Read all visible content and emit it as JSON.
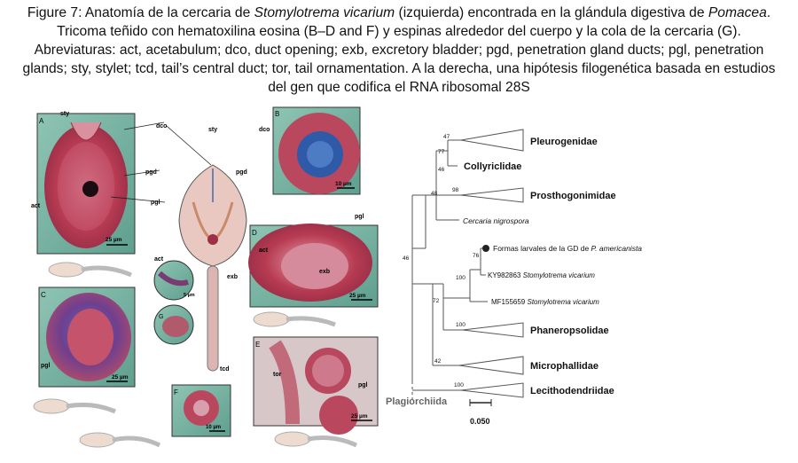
{
  "caption": {
    "label": "Figure 7:",
    "line1_pre": " Anatomía de la cercaria de ",
    "species": "Stomylotrema vicarium",
    "line1_mid": "  (izquierda) encontrada en la glándula digestiva de ",
    "host": "Pomacea",
    "line1_end": ".",
    "line2": "Tricoma teñido con hematoxilina eosina (B–D and F) y espinas alrededor del cuerpo y la cola de la cercaria (G).",
    "line3": "Abreviaturas: act, acetabulum; dco, duct opening; exb, excretory bladder; pgd, penetration gland ducts; pgl, penetration",
    "line4": "glands; sty, stylet; tcd, tail’s central duct; tor, tail ornamentation. A la derecha, una hipótesis filogenética basada en estudios",
    "line5": "del gen que codifica el RNA ribosomal 28S"
  },
  "panels": {
    "A": "A",
    "B": "B",
    "C": "C",
    "D": "D",
    "E": "E",
    "F": "F",
    "G": "G"
  },
  "labels": {
    "sty": "sty",
    "dco": "dco",
    "pgd": "pgd",
    "pgl": "pgl",
    "act": "act",
    "exb": "exb",
    "tcd": "tcd",
    "tor": "tor",
    "scale_25": "25 µm",
    "scale_10": "10 µm",
    "scale_5": "5 µm"
  },
  "tree": {
    "clades": [
      {
        "name": "Pleurogenidae",
        "support": "47"
      },
      {
        "name": "Collyriclidae",
        "support": "77"
      },
      {
        "name": "Prosthogonimidae",
        "support": "98"
      },
      {
        "name": "Cercaria nigrospora",
        "support": "48"
      },
      {
        "name": "Phaneropsolidae",
        "support": "100"
      },
      {
        "name": "Microphallidae",
        "support": "42"
      },
      {
        "name": "Lecithodendriidae",
        "support": "100"
      }
    ],
    "node_46_top": "46",
    "node_46_mid": "46",
    "node_72": "72",
    "node_76": "76",
    "node_100_stom": "100",
    "larval_label_pre": "Formas larvales de la GD de ",
    "larval_label_sp": "P. americanista",
    "kx_acc": "KY982863",
    "kx_sp": "Stomylotrema vicarium",
    "mf_acc": "MF155659",
    "mf_sp": "Stomylotrema vicarium",
    "plagiorchiida": "Plagiorchiida",
    "scale_value": "0.050"
  },
  "colors": {
    "tissue_red": "#b73b52",
    "tissue_pink": "#d98a9a",
    "tissue_bg": "#7fb7a8",
    "frame": "#3d3d3d"
  }
}
